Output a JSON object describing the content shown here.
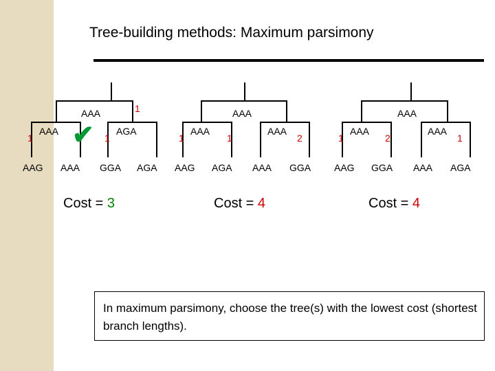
{
  "title": "Tree-building methods: Maximum parsimony",
  "trees": [
    {
      "id": "tree-1",
      "root_label": "AAA",
      "internal_left_label": "AAA",
      "internal_right_label": "AGA",
      "root_cost": "1",
      "left_cost": "1",
      "right_cost": "1",
      "leaves": [
        "AAG",
        "AAA",
        "GGA",
        "AGA"
      ],
      "cost_text": "Cost =",
      "cost_value": "3",
      "checked": true
    },
    {
      "id": "tree-2",
      "root_label": "AAA",
      "internal_left_label": "AAA",
      "internal_right_label": "AAA",
      "root_cost": "",
      "left_cost": "1",
      "left_cost2": "1",
      "right_cost": "2",
      "leaves": [
        "AAG",
        "AGA",
        "AAA",
        "GGA"
      ],
      "cost_text": "Cost =",
      "cost_value": "4",
      "checked": false
    },
    {
      "id": "tree-3",
      "root_label": "AAA",
      "internal_left_label": "AAA",
      "internal_right_label": "AAA",
      "root_cost": "",
      "left_cost": "1",
      "left_cost2": "2",
      "right_cost": "1",
      "leaves": [
        "AAG",
        "GGA",
        "AAA",
        "AGA"
      ],
      "cost_text": "Cost =",
      "cost_value": "4",
      "checked": false
    }
  ],
  "note": "In maximum parsimony, choose the tree(s) with the lowest cost (shortest branch lengths).",
  "icons": {
    "check": "✔"
  },
  "colors": {
    "band": "#e8dcc0",
    "accent_red": "#cc0000",
    "accent_green": "#008000",
    "check_green": "#009933"
  }
}
